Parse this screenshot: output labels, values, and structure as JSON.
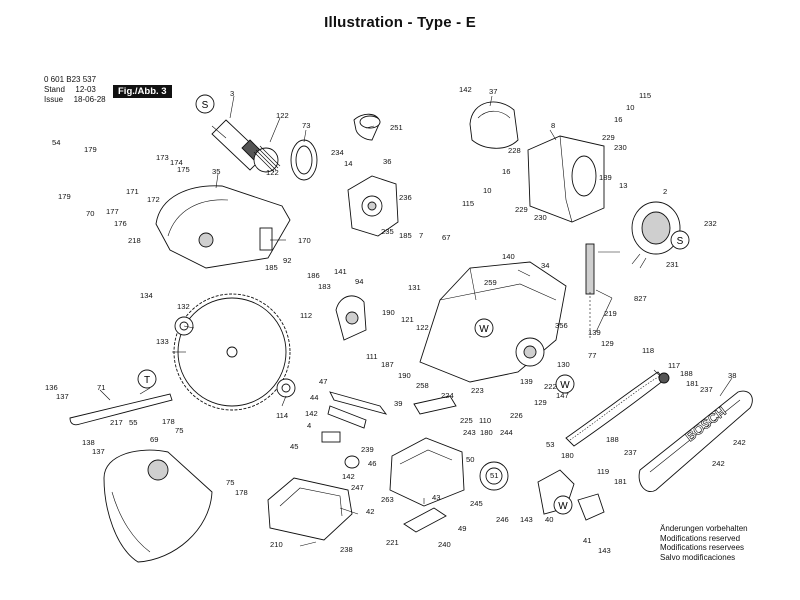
{
  "title": "Illustration - Type - E",
  "meta": {
    "part_number": "0 601 B23 537",
    "stand_label": "Stand",
    "stand_value": "12-03",
    "issue_label": "Issue",
    "issue_value": "18-06-28",
    "figure": "Fig./Abb. 3"
  },
  "notes": [
    "Änderungen vorbehalten",
    "Modifications reserved",
    "Modifications reservees",
    "Salvo modificaciones"
  ],
  "callouts": [
    "S",
    "T",
    "W",
    "W",
    "W",
    "S"
  ],
  "brand": "BOSCH",
  "part_labels": {
    "p1": "3",
    "p2": "122",
    "p3": "73",
    "p4": "251",
    "p5": "142",
    "p6": "37",
    "p7": "115",
    "p8": "10",
    "p9": "16",
    "p10": "8",
    "p11": "229",
    "p12": "230",
    "p13": "54",
    "p14": "179",
    "p15": "179",
    "p16": "70",
    "p17": "177",
    "p18": "171",
    "p19": "175",
    "p20": "173",
    "p21": "174",
    "p22": "172",
    "p23": "176",
    "p24": "218",
    "p25": "35",
    "p26": "170",
    "p27": "122",
    "p28": "234",
    "p29": "14",
    "p30": "36",
    "p31": "236",
    "p32": "235",
    "p33": "185",
    "p34": "7",
    "p35": "67",
    "p36": "228",
    "p37": "10",
    "p38": "115",
    "p39": "16",
    "p40": "229",
    "p41": "230",
    "p42": "189",
    "p43": "13",
    "p44": "2",
    "p45": "232",
    "p46": "231",
    "p47": "140",
    "p48": "34",
    "p49": "827",
    "p50": "185",
    "p51": "92",
    "p52": "186",
    "p53": "141",
    "p54": "94",
    "p55": "183",
    "p56": "112",
    "p57": "131",
    "p58": "259",
    "p59": "134",
    "p60": "132",
    "p61": "133",
    "p62": "190",
    "p63": "121",
    "p64": "122",
    "p65": "111",
    "p66": "187",
    "p67": "190",
    "p68": "356",
    "p69": "139",
    "p70": "219",
    "p71": "129",
    "p72": "77",
    "p73": "130",
    "p74": "258",
    "p75": "223",
    "p76": "139",
    "p77": "222",
    "p78": "147",
    "p79": "136",
    "p80": "137",
    "p81": "71",
    "p82": "138",
    "p83": "137",
    "p84": "217",
    "p85": "55",
    "p86": "178",
    "p87": "69",
    "p88": "75",
    "p89": "114",
    "p90": "47",
    "p91": "44",
    "p92": "142",
    "p93": "4",
    "p94": "39",
    "p95": "224",
    "p96": "225",
    "p97": "110",
    "p98": "226",
    "p99": "129",
    "p100": "118",
    "p101": "117",
    "p102": "188",
    "p103": "181",
    "p104": "237",
    "p105": "38",
    "p106": "45",
    "p107": "239",
    "p108": "46",
    "p109": "142",
    "p110": "247",
    "p111": "263",
    "p112": "42",
    "p113": "43",
    "p114": "243",
    "p115": "180",
    "p116": "244",
    "p117": "53",
    "p118": "50",
    "p119": "51",
    "p120": "180",
    "p121": "245",
    "p122": "246",
    "p123": "143",
    "p124": "40",
    "p125": "41",
    "p126": "143",
    "p127": "188",
    "p128": "119",
    "p129": "237",
    "p130": "181",
    "p131": "242",
    "p132": "242",
    "p133": "75",
    "p134": "178",
    "p135": "210",
    "p136": "238",
    "p137": "221",
    "p138": "49",
    "p139": "240"
  }
}
